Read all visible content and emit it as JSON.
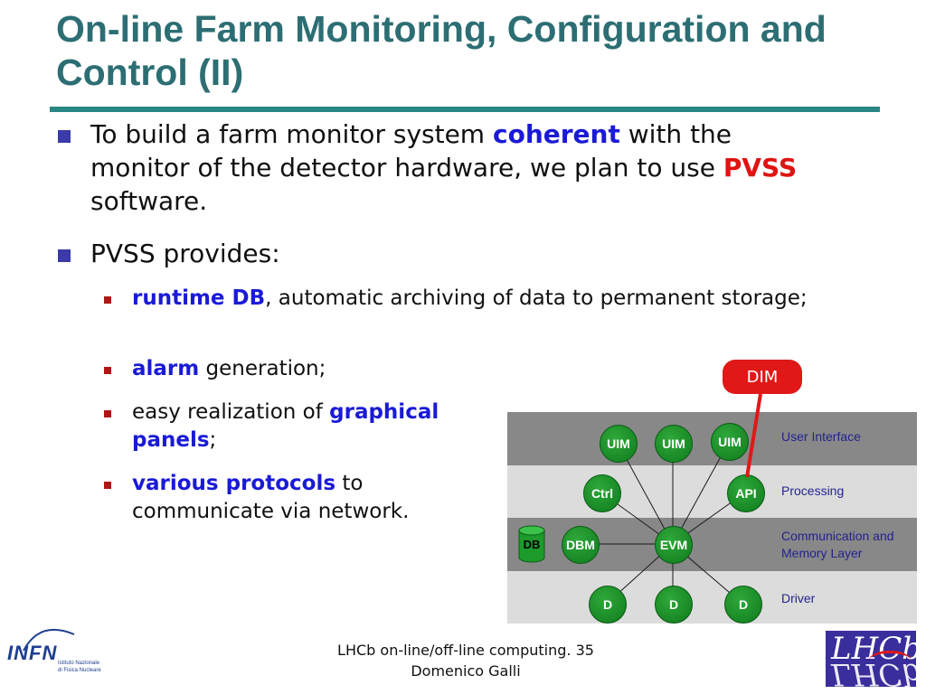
{
  "slide": {
    "title": "On-line Farm Monitoring, Configuration and Control (II)"
  },
  "bullets": {
    "b1": {
      "part1": "To build a farm monitor system ",
      "coherent": "coherent",
      "part2": " with the monitor of the detector hardware, we plan to use ",
      "pvss": "PVSS",
      "part3": " software."
    },
    "b2": {
      "text": "PVSS provides:"
    },
    "sub1": {
      "em": "runtime DB",
      "rest": ", automatic archiving of data to permanent storage;"
    },
    "sub2": {
      "em": "alarm",
      "rest": " generation;"
    },
    "sub3": {
      "pre": "easy realization of ",
      "em": "graphical panels",
      "rest": ";"
    },
    "sub4": {
      "em": "various protocols",
      "rest": " to communicate via network."
    }
  },
  "diagram": {
    "dim_label": "DIM",
    "layers": {
      "user_interface": "User Interface",
      "processing": "Processing",
      "communication": "Communication and Memory Layer",
      "driver": "Driver"
    },
    "nodes": {
      "uim1": "UIM",
      "uim2": "UIM",
      "uim3": "UIM",
      "ctrl": "Ctrl",
      "api": "API",
      "dbm": "DBM",
      "evm": "EVM",
      "d1": "D",
      "d2": "D",
      "d3": "D",
      "db": "DB"
    },
    "colors": {
      "node": "#168a24",
      "dim": "#e01818",
      "band_dark": "#888888",
      "band_light": "#dcdcdc"
    }
  },
  "footer": {
    "line1": "LHCb on-line/off-line computing. 35",
    "line2": "Domenico Galli"
  },
  "logos": {
    "infn": "INFN",
    "infn_sub": "Istituto Nazionale di Fisica Nucleare",
    "lhcb": "LHCb"
  }
}
